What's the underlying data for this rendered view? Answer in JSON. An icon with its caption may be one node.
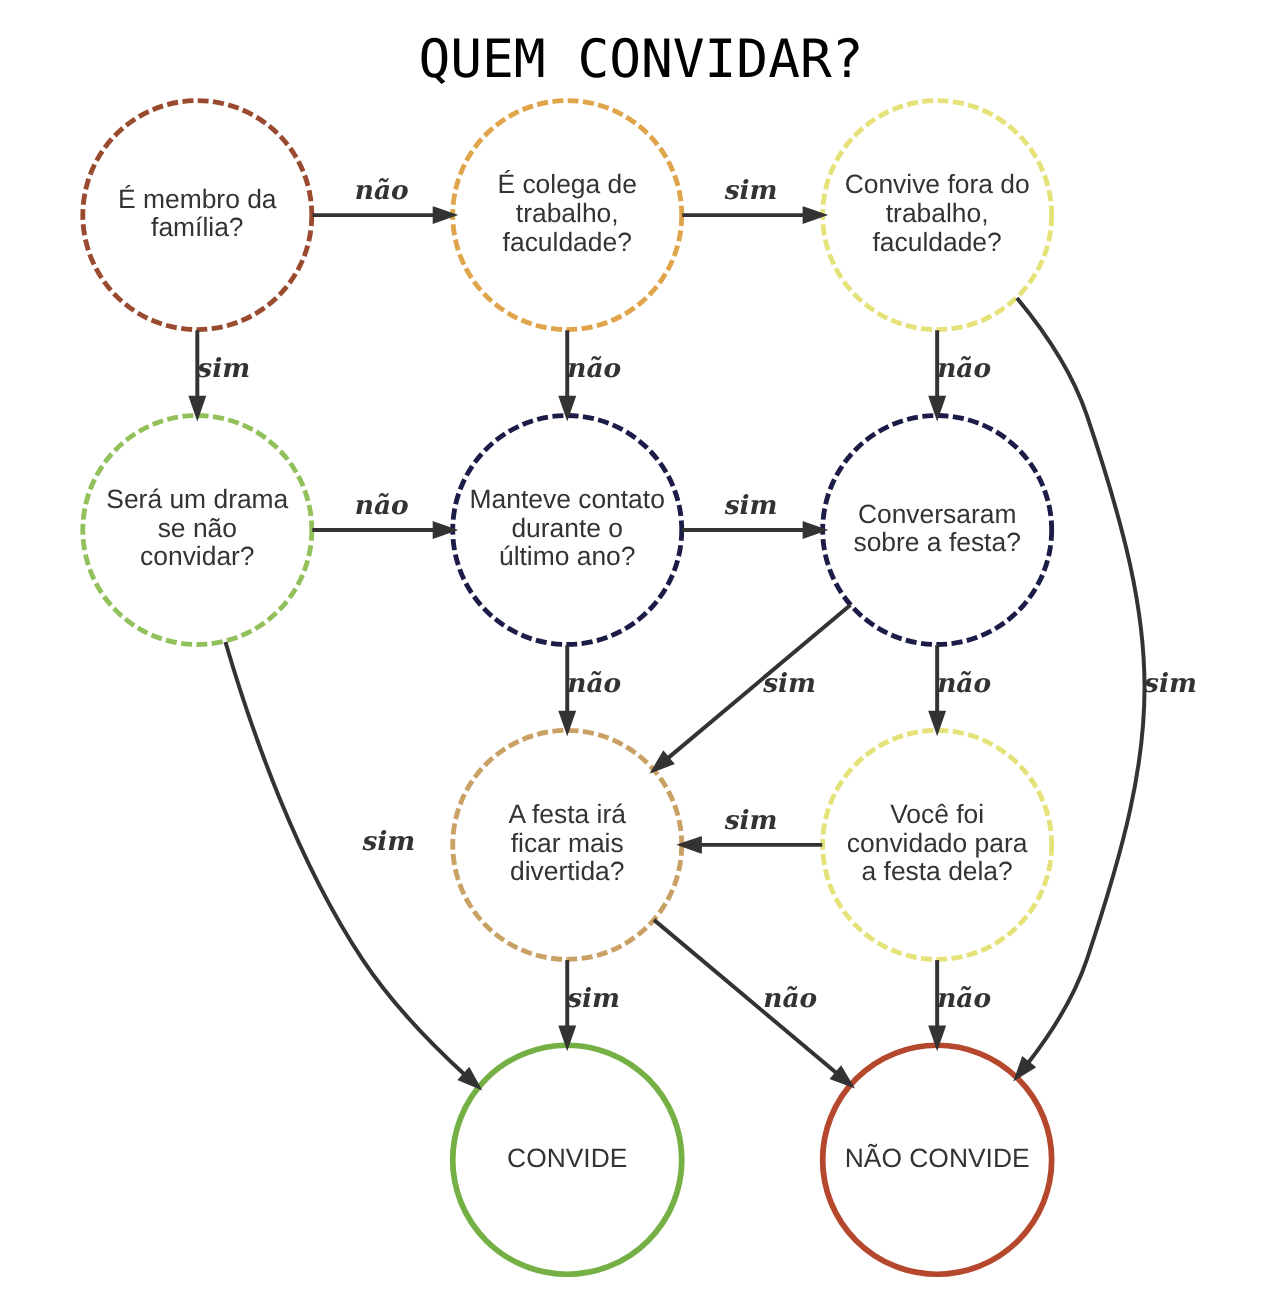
{
  "diagram": {
    "title": "QUEM CONVIDAR?",
    "nodes": [
      {
        "text": [
          "É membro da família?"
        ]
      },
      {
        "text": [
          "É colega de trabalho, faculdade?"
        ]
      },
      {
        "text": [
          "Convive fora do trabalho, faculdade?"
        ]
      },
      {
        "text": [
          "Será um drama se não convidar?"
        ]
      },
      {
        "text": [
          "Manteve contato durante o último ano?"
        ]
      },
      {
        "text": [
          "Conversaram sobre a festa?"
        ]
      },
      {
        "text": [
          "A festa irá ficar mais divertida?"
        ]
      },
      {
        "text": [
          "Você foi convidado para a festa dela?"
        ]
      },
      {
        "text": [
          "CONVIDE"
        ]
      },
      {
        "text": [
          "NÃO CONVIDE"
        ]
      }
    ],
    "edges": [
      {
        "from": 0,
        "to": 1,
        "arrow": "to",
        "label": "não"
      },
      {
        "from": 0,
        "to": 3,
        "arrow": "to",
        "label": "sim"
      },
      {
        "from": 1,
        "to": 2,
        "arrow": "to",
        "label": "sim"
      },
      {
        "from": 1,
        "to": 4,
        "arrow": "to",
        "label": "não"
      },
      {
        "from": 2,
        "to": 5,
        "arrow": "to",
        "label": "não"
      },
      {
        "from": 2,
        "to": 9,
        "arrow": "to",
        "label": "sim"
      },
      {
        "from": 3,
        "to": 4,
        "arrow": "to",
        "label": "não"
      },
      {
        "from": 3,
        "to": 8,
        "arrow": "to",
        "label": "sim"
      },
      {
        "from": 4,
        "to": 5,
        "arrow": "to",
        "label": "sim"
      },
      {
        "from": 4,
        "to": 6,
        "arrow": "to",
        "label": "não"
      },
      {
        "from": 5,
        "to": 6,
        "arrow": "to",
        "label": "sim"
      },
      {
        "from": 5,
        "to": 7,
        "arrow": "to",
        "label": "não"
      },
      {
        "from": 6,
        "to": 8,
        "arrow": "to",
        "label": "sim"
      },
      {
        "from": 6,
        "to": 9,
        "arrow": "to",
        "label": "não"
      },
      {
        "from": 7,
        "to": 6,
        "arrow": "to",
        "label": "sim"
      },
      {
        "from": 7,
        "to": 9,
        "arrow": "to",
        "label": "não"
      }
    ]
  }
}
